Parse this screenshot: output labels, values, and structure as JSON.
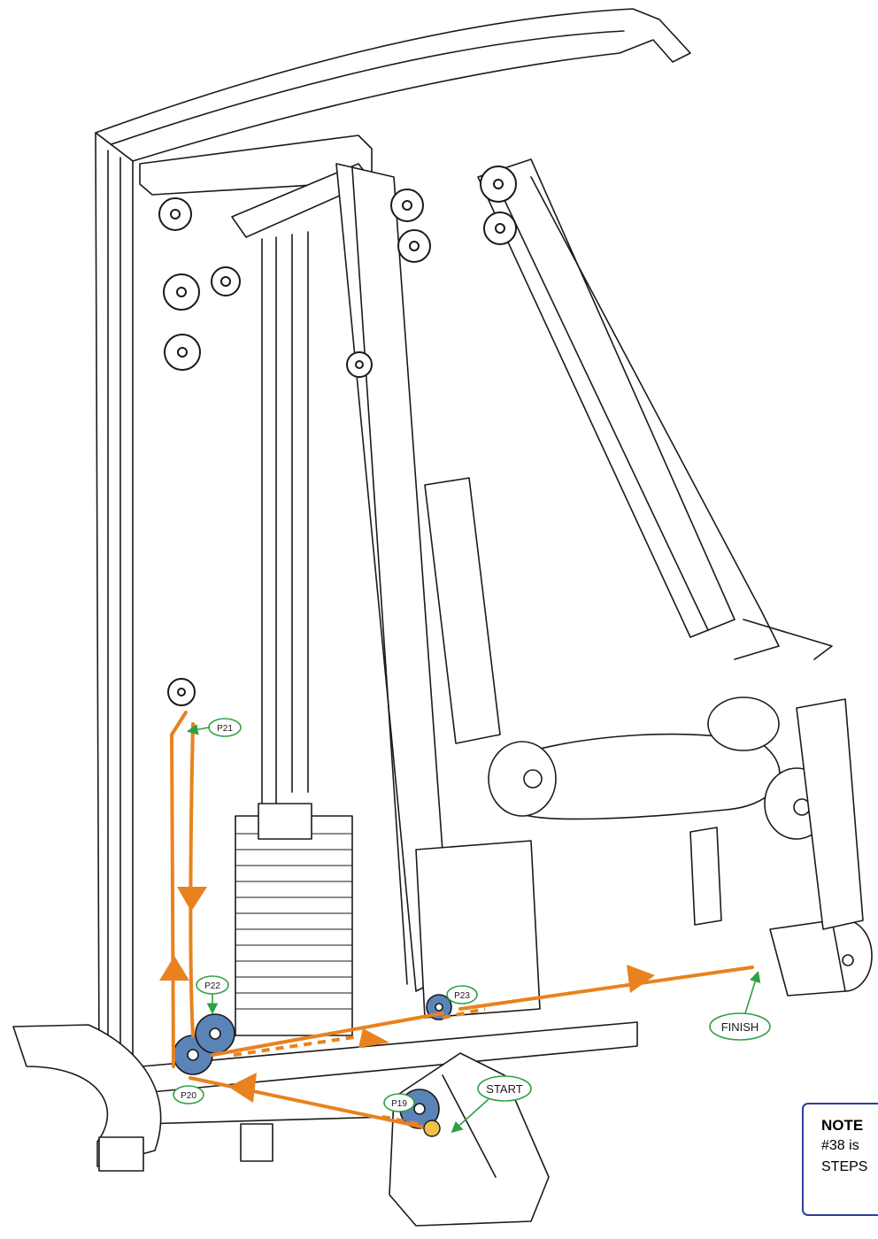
{
  "labels": {
    "p19": "P19",
    "p20": "P20",
    "p21": "P21",
    "p22": "P22",
    "p23": "P23",
    "start": "START",
    "finish": "FINISH"
  },
  "note": {
    "title": "NOTE",
    "line1": "#38 is",
    "line2": "STEPS"
  },
  "colors": {
    "cable": "#e8821f",
    "pulley": "#5a84b8",
    "callout": "#2ea043",
    "note_border": "#2d3f9e",
    "ink": "#1a1a1a"
  }
}
